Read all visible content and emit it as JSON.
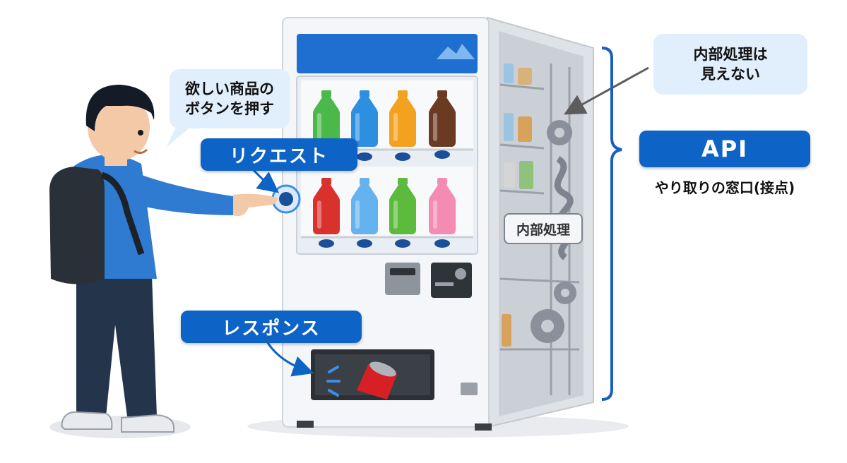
{
  "labels": {
    "speech_line1": "欲しい商品の",
    "speech_line2": "ボタンを押す",
    "request": "リクエスト",
    "response": "レスポンス",
    "internal_process": "内部処理",
    "hidden_line1": "内部処理は",
    "hidden_line2": "見えない",
    "api": "API",
    "api_sub": "やり取りの窓口(接点)"
  },
  "colors": {
    "accent": "#0e63c6",
    "bubble": "#e1eefb",
    "machine": "#f3f5f8",
    "bracket": "#1a5fc0"
  },
  "products_top": [
    {
      "name": "green-bottle",
      "color": "#4bb84a"
    },
    {
      "name": "blue-bottle",
      "color": "#2d8fe0"
    },
    {
      "name": "orange-bottle",
      "color": "#f2a21e"
    },
    {
      "name": "brown-bottle",
      "color": "#6b3a22"
    }
  ],
  "products_bottom": [
    {
      "name": "red-bottle",
      "color": "#d9312b"
    },
    {
      "name": "lightblue-bottle",
      "color": "#64b3ef"
    },
    {
      "name": "green-bottle",
      "color": "#5cba3c"
    },
    {
      "name": "pink-bottle",
      "color": "#f48bb3"
    }
  ]
}
